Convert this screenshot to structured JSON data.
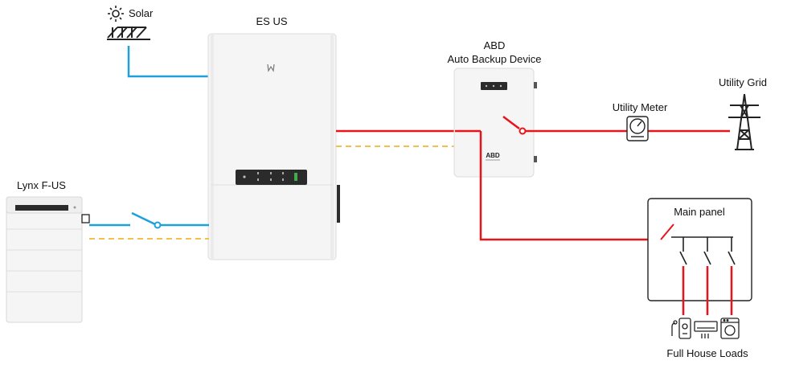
{
  "labels": {
    "solar": "Solar",
    "inverter": "ES US",
    "abd_short": "ABD",
    "abd_full": "Auto Backup Device",
    "utility_grid": "Utility Grid",
    "utility_meter": "Utility Meter",
    "battery": "Lynx F-US",
    "main_panel": "Main panel",
    "loads": "Full House Loads",
    "abd_badge": "ABD"
  },
  "colors": {
    "ac_line": "#e8141c",
    "dc_line": "#1ea0d8",
    "comm_line": "#f2b731",
    "device_body": "#f4f4f4",
    "device_edge": "#d8d8d8",
    "icon": "#222222"
  },
  "icons": [
    "sun-icon",
    "solar-panel-icon",
    "meter-icon",
    "transmission-tower-icon",
    "water-heater-icon",
    "air-conditioner-icon",
    "washing-machine-icon"
  ]
}
